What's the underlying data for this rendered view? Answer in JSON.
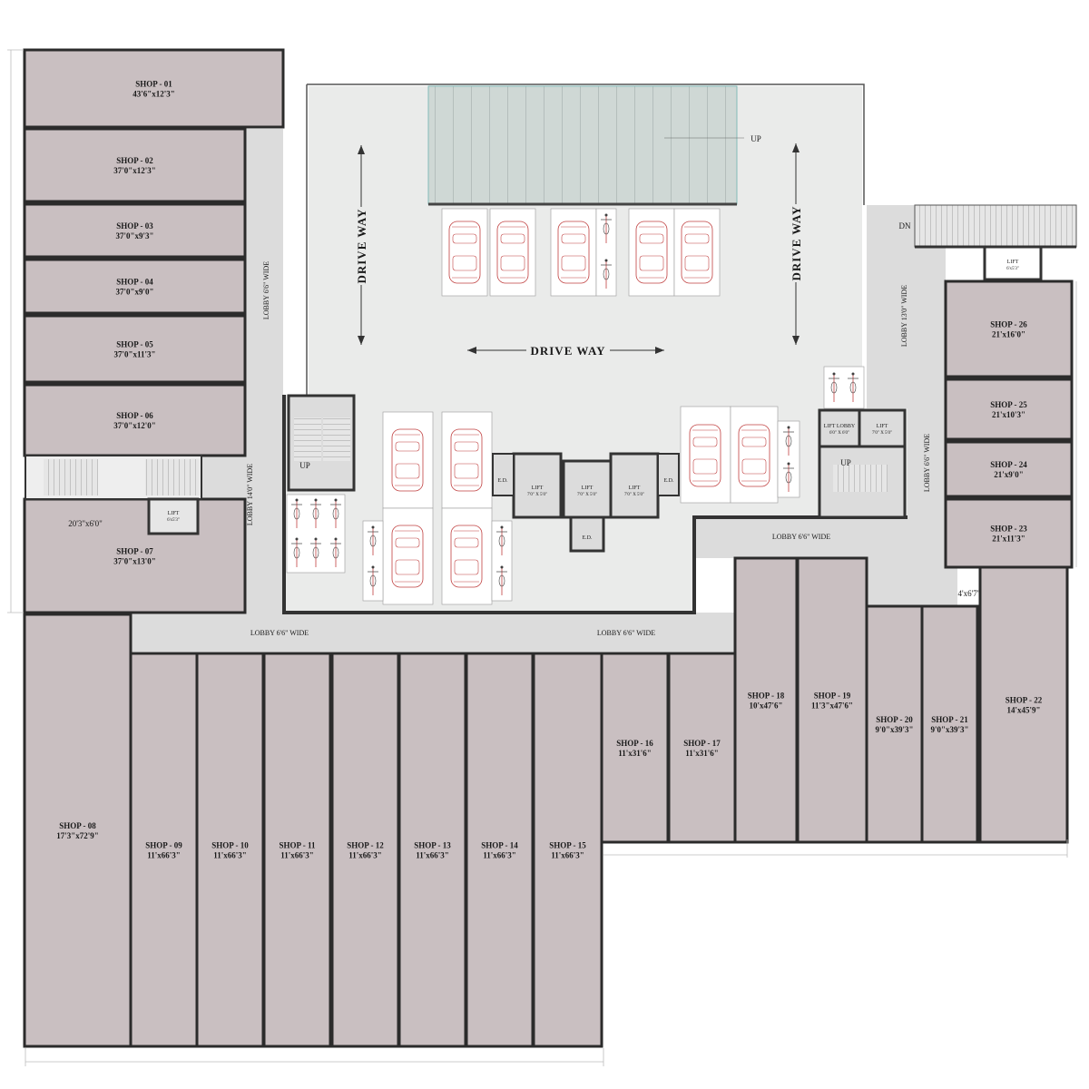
{
  "shops": [
    {
      "name": "SHOP - 01",
      "size": "43'6\"x12'3\""
    },
    {
      "name": "SHOP - 02",
      "size": "37'0\"x12'3\""
    },
    {
      "name": "SHOP - 03",
      "size": "37'0\"x9'3\""
    },
    {
      "name": "SHOP - 04",
      "size": "37'0\"x9'0\""
    },
    {
      "name": "SHOP - 05",
      "size": "37'0\"x11'3\""
    },
    {
      "name": "SHOP - 06",
      "size": "37'0\"x12'0\""
    },
    {
      "name": "SHOP - 07",
      "size": "37'0\"x13'0\""
    },
    {
      "name": "SHOP - 08",
      "size": "17'3\"x72'9\""
    },
    {
      "name": "SHOP - 09",
      "size": "11'x66'3\""
    },
    {
      "name": "SHOP - 10",
      "size": "11'x66'3\""
    },
    {
      "name": "SHOP - 11",
      "size": "11'x66'3\""
    },
    {
      "name": "SHOP - 12",
      "size": "11'x66'3\""
    },
    {
      "name": "SHOP - 13",
      "size": "11'x66'3\""
    },
    {
      "name": "SHOP - 14",
      "size": "11'x66'3\""
    },
    {
      "name": "SHOP - 15",
      "size": "11'x66'3\""
    },
    {
      "name": "SHOP - 16",
      "size": "11'x31'6\""
    },
    {
      "name": "SHOP - 17",
      "size": "11'x31'6\""
    },
    {
      "name": "SHOP - 18",
      "size": "10'x47'6\""
    },
    {
      "name": "SHOP - 19",
      "size": "11'3\"x47'6\""
    },
    {
      "name": "SHOP - 20",
      "size": "9'0\"x39'3\""
    },
    {
      "name": "SHOP - 21",
      "size": "9'0\"x39'3\""
    },
    {
      "name": "SHOP - 22",
      "size": "14'x45'9\""
    },
    {
      "name": "SHOP - 23",
      "size": "21'x11'3\""
    },
    {
      "name": "SHOP - 24",
      "size": "21'x9'0\""
    },
    {
      "name": "SHOP - 25",
      "size": "21'x10'3\""
    },
    {
      "name": "SHOP - 26",
      "size": "21'x16'0\""
    }
  ],
  "drive": {
    "top": "DRIVE WAY",
    "left": "DRIVE WAY",
    "right": "DRIVE WAY"
  },
  "lobby": {
    "left_vertical": "LOBBY 6'6\" WIDE",
    "left_lower_vertical": "LOBBY 14'0\" WIDE",
    "bottom_left": "LOBBY 6'6\" WIDE",
    "bottom_mid": "LOBBY 6'6\" WIDE",
    "right_horizontal": "LOBBY 6'6\" WIDE",
    "right_upper_vertical": "LOBBY 13'0\" WIDE",
    "right_lower_vertical": "LOBBY 6'6\" WIDE"
  },
  "lifts": {
    "title": "LIFT",
    "l1": "7'0\" X 5'0\"",
    "l2": "7'0\" X 5'0\"",
    "l3": "7'0\" X 5'0\"",
    "right": "7'0\" X 5'0\"",
    "left_small": "6'x5'3\"",
    "top_right": "6'x5'3\"",
    "lift_lobby": "LIFT LOBBY",
    "lift_lobby_size": "6'0\" X 6'0\""
  },
  "ed": {
    "e1": "E.D.",
    "e2": "E.D.",
    "e3": "E.D."
  },
  "stairs": {
    "up1": "UP",
    "up2": "UP",
    "up3": "UP",
    "dn": "DN"
  },
  "misc": {
    "dim_20_6": "20'3\"x6'0\"",
    "dim_4_6": "4'x6'7\""
  }
}
